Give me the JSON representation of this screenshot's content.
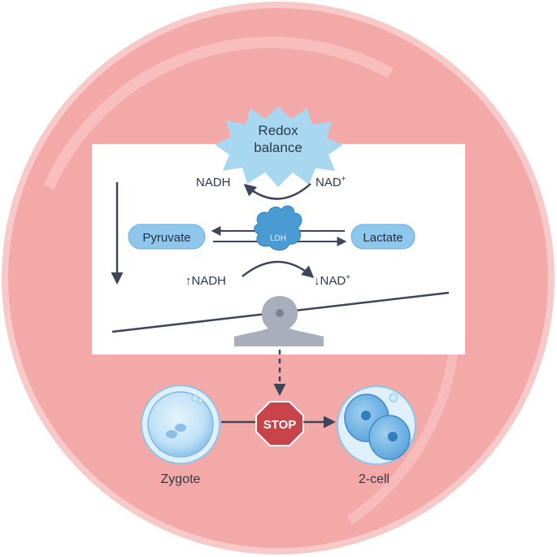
{
  "burst": {
    "line1": "Redox",
    "line2": "balance"
  },
  "cycle_top": {
    "left": "NADH",
    "right_base": "NAD",
    "right_sup": "+"
  },
  "reaction": {
    "substrate": "Pyruvate",
    "enzyme": "LDH",
    "product": "Lactate"
  },
  "cycle_bottom": {
    "left": "↑NADH",
    "right_base": "↓NAD",
    "right_sup": "+"
  },
  "stop_sign": {
    "label": "STOP"
  },
  "cells": {
    "left": "Zygote",
    "right": "2-cell"
  },
  "colors": {
    "dish": "#f4a6a6",
    "dish_edge": "#f7c6c6",
    "burst": "#a8d8f0",
    "pill": "#8fc6ec",
    "enzyme": "#4a9ad4",
    "arrow": "#3c4658",
    "fulcrum": "#a8aebb",
    "stop": "#c8444a"
  },
  "icons": [
    "seesaw-icon",
    "stop-sign-icon",
    "zygote-cell-icon",
    "two-cell-embryo-icon",
    "ldh-enzyme-icon"
  ]
}
